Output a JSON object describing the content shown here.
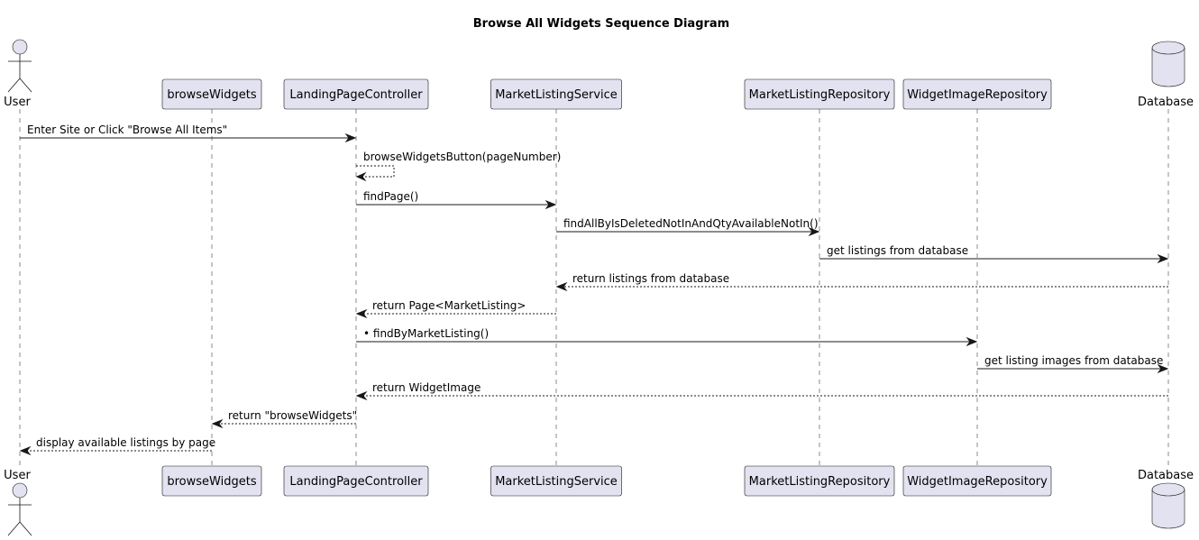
{
  "title": "Browse All Widgets Sequence Diagram",
  "participants": [
    {
      "id": "user",
      "label": "User",
      "kind": "actor"
    },
    {
      "id": "browseWidgets",
      "label": "browseWidgets",
      "kind": "participant"
    },
    {
      "id": "landing",
      "label": "LandingPageController",
      "kind": "participant"
    },
    {
      "id": "mls",
      "label": "MarketListingService",
      "kind": "participant"
    },
    {
      "id": "mlr",
      "label": "MarketListingRepository",
      "kind": "participant"
    },
    {
      "id": "wir",
      "label": "WidgetImageRepository",
      "kind": "participant"
    },
    {
      "id": "db",
      "label": "Database",
      "kind": "database"
    }
  ],
  "messages": [
    {
      "from": "user",
      "to": "landing",
      "label": "Enter Site or Click \"Browse All Items\"",
      "style": "solid"
    },
    {
      "from": "landing",
      "to": "landing",
      "label": "browseWidgetsButton(pageNumber)",
      "style": "dashed"
    },
    {
      "from": "landing",
      "to": "mls",
      "label": "findPage()",
      "style": "solid"
    },
    {
      "from": "mls",
      "to": "mlr",
      "label": "findAllByIsDeletedNotInAndQtyAvailableNotIn()",
      "style": "solid"
    },
    {
      "from": "mlr",
      "to": "db",
      "label": "get listings from database",
      "style": "solid"
    },
    {
      "from": "db",
      "to": "mls",
      "label": "return listings from database",
      "style": "dashed"
    },
    {
      "from": "mls",
      "to": "landing",
      "label": "return Page<MarketListing>",
      "style": "dashed"
    },
    {
      "from": "landing",
      "to": "wir",
      "label": "• findByMarketListing()",
      "style": "solid"
    },
    {
      "from": "wir",
      "to": "db",
      "label": "get listing images from database",
      "style": "solid"
    },
    {
      "from": "db",
      "to": "landing",
      "label": "return WidgetImage",
      "style": "dashed"
    },
    {
      "from": "landing",
      "to": "browseWidgets",
      "label": "return \"browseWidgets\"",
      "style": "dashed"
    },
    {
      "from": "browseWidgets",
      "to": "user",
      "label": "display available listings by page",
      "style": "dashed"
    }
  ]
}
